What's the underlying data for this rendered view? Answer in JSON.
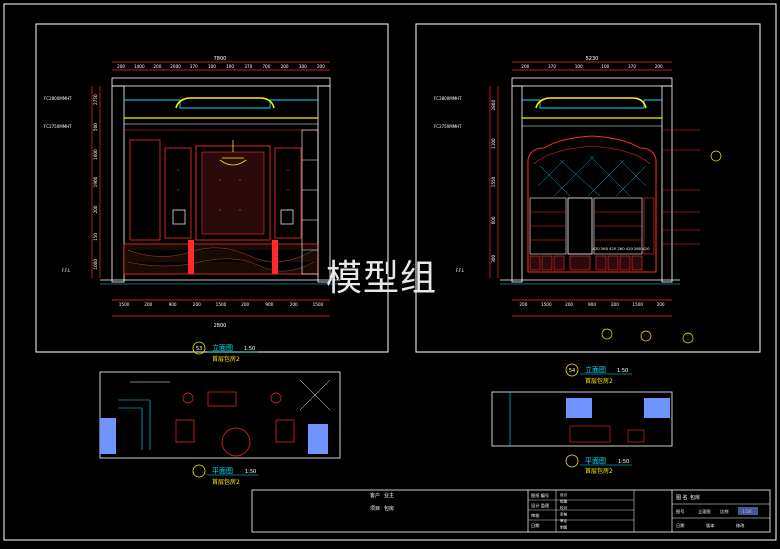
{
  "drawings": [
    {
      "section": "elevation-left",
      "title": "立面图",
      "subtitle": "首层包房2",
      "number": "53",
      "scale": "1:50",
      "overall_dim": "7800",
      "top_dims": [
        "200",
        "1400",
        "200",
        "2000",
        "370",
        "100",
        "100",
        "370",
        "700",
        "200",
        "300",
        "200"
      ],
      "bottom_dims": [
        "1500",
        "200",
        "900",
        "200",
        "1500",
        "200",
        "900",
        "200",
        "1500"
      ],
      "side_dims": [
        "2750",
        "500",
        "1600",
        "1900",
        "200",
        "150",
        "1000"
      ],
      "level_labels": [
        "FC2800MMHT",
        "FC2750MMHT",
        "F.F.L"
      ],
      "center_label": "2800"
    },
    {
      "section": "elevation-right",
      "title": "立面图",
      "subtitle": "首层包房2",
      "number": "54",
      "scale": "1:50",
      "overall_dim": "5230",
      "top_dims": [
        "200",
        "370",
        "100",
        "100",
        "370",
        "200"
      ],
      "bottom_dims": [
        "200",
        "1500",
        "200",
        "900",
        "200",
        "1500",
        "200"
      ],
      "side_dims": [
        "2800",
        "1100",
        "1550",
        "600",
        "300"
      ],
      "level_labels": [
        "FC2800MMHT",
        "FC2750MMHT",
        "F.F.L"
      ],
      "cabinet_dims": [
        "420",
        "260",
        "420",
        "260",
        "420",
        "260",
        "420"
      ]
    },
    {
      "section": "plan-left",
      "title": "平面图",
      "subtitle": "首层包房2",
      "scale": "1:50"
    },
    {
      "section": "plan-right",
      "title": "平面图",
      "subtitle": "首层包房2",
      "scale": "1:50"
    }
  ],
  "title_block": {
    "client_label": "客户",
    "client_value": "业主",
    "project_label": "项目",
    "project_value": "包房",
    "col1": [
      "图纸 编号",
      "设计 监理",
      "审核",
      "日期"
    ],
    "rows": [
      "设计",
      "绘图",
      "校对",
      "审核",
      "审定",
      "制图"
    ],
    "right_labels": [
      "图 名",
      "包房"
    ],
    "right_row2": [
      "图号",
      "立面图",
      "比例",
      "1:50"
    ],
    "right_row3": [
      "日期",
      "版本",
      "修改"
    ]
  },
  "watermark": "模型组",
  "colors": {
    "frame": "#ffffff",
    "dim": "#ff2a2a",
    "cyan": "#00e5ff",
    "yellow": "#ffee00",
    "green": "#00ff66",
    "blue": "#6f93ff",
    "wood": "#b04a1a"
  }
}
